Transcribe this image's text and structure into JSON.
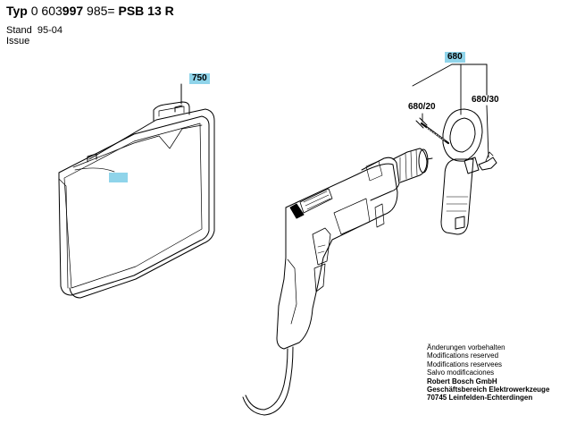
{
  "header": {
    "typ_label": "Typ",
    "part_prefix": "0 603",
    "part_bold": "997",
    "part_suffix": "985",
    "equals": "=",
    "model": "PSB 13 R"
  },
  "meta": {
    "stand_label": "Stand",
    "stand_value": "95-04",
    "issue_label": "Issue"
  },
  "callouts": {
    "case_tag": "750",
    "handle_tag": "680",
    "rod_label": "680/20",
    "wing_label": "680/30"
  },
  "colors": {
    "highlight": "#8fd4ea",
    "line": "#000000"
  },
  "footer": {
    "lines": [
      "Änderungen vorbehalten",
      "Modifications reserved",
      "Modifications reservees",
      "Salvo modificaciones"
    ],
    "company": [
      "Robert Bosch GmbH",
      "Geschäftsbereich Elektrowerkzeuge",
      "70745 Leinfelden-Echterdingen"
    ]
  }
}
